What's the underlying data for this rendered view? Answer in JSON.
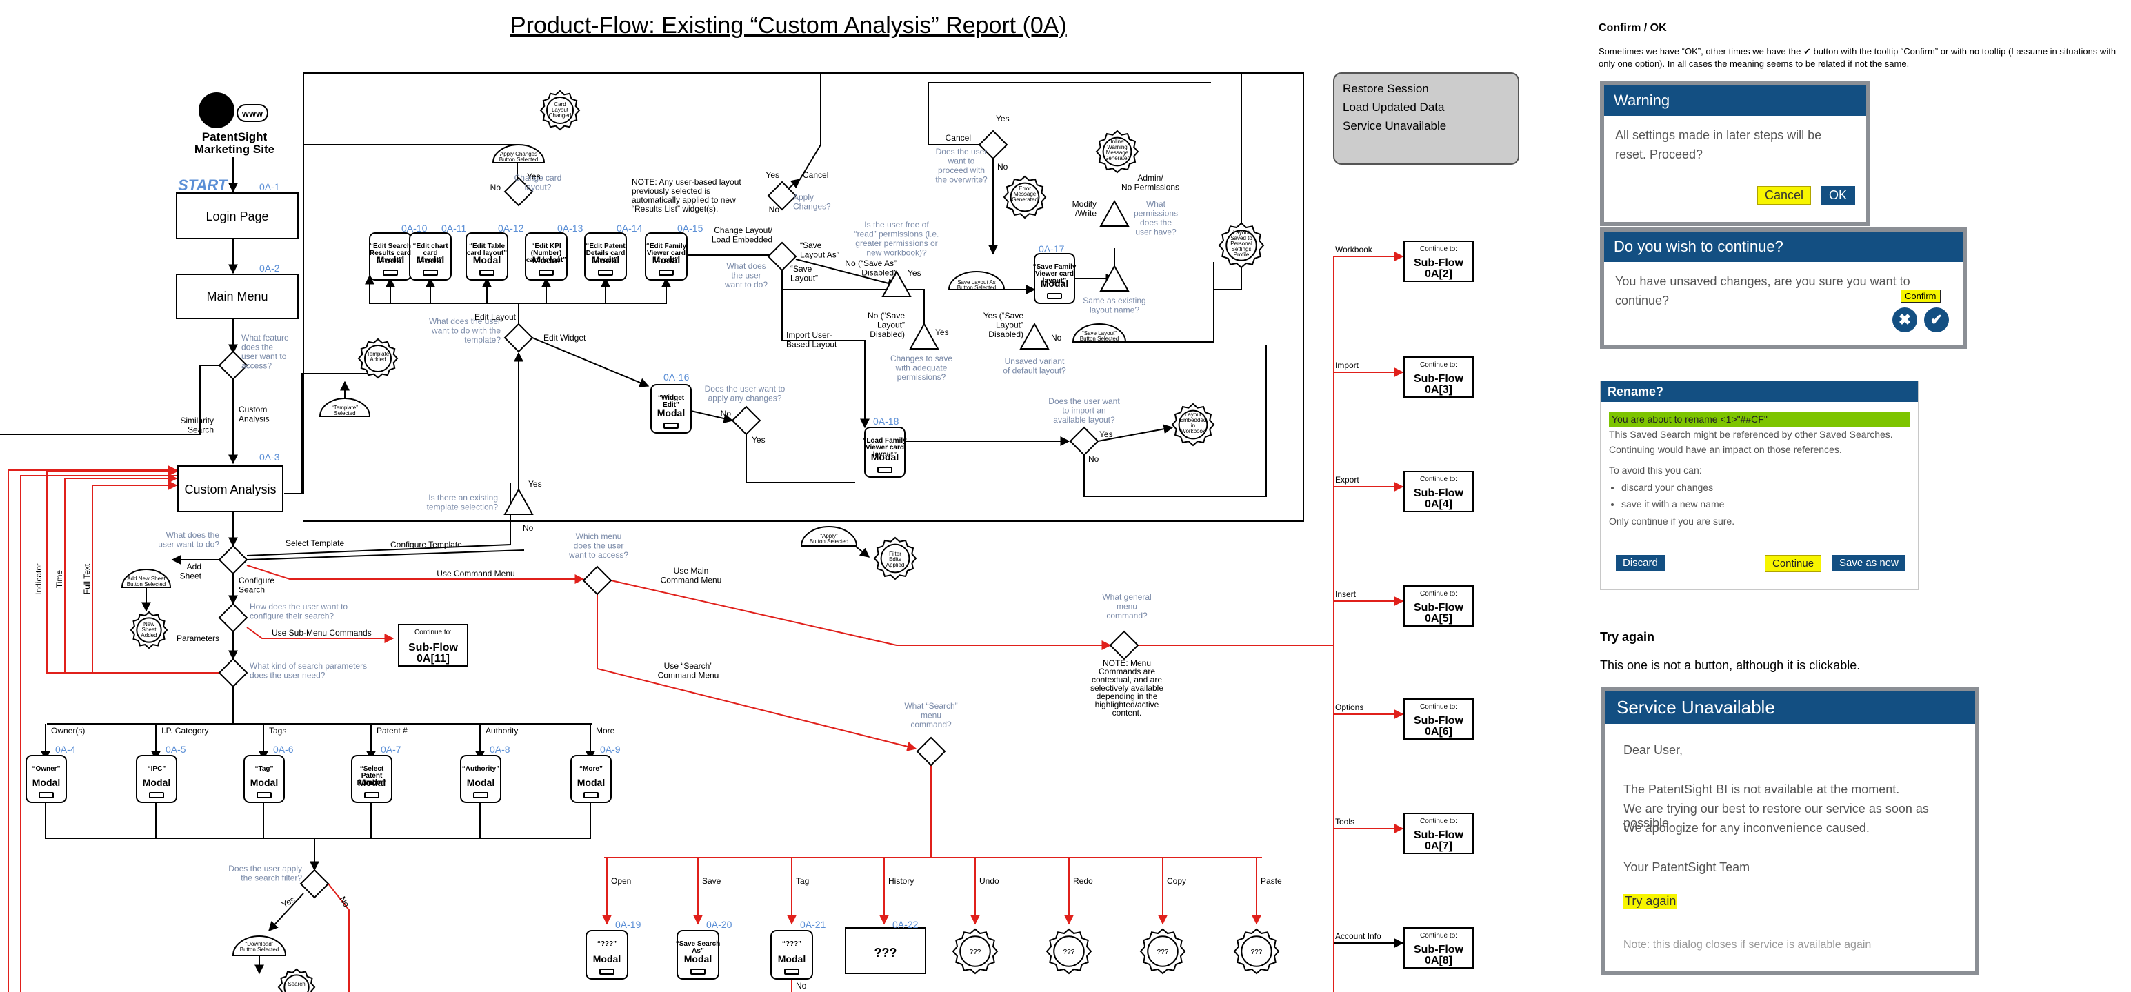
{
  "title": "Product-Flow: Existing “Custom Analysis” Report (0A)",
  "restore_panel": [
    "Restore Session",
    "Load Updated Data",
    "Service Unavailable"
  ],
  "nodes": {
    "start": "START",
    "patentsight": [
      "PatentSight",
      "Marketing Site"
    ],
    "www": "www",
    "login": "Login Page",
    "main_menu": "Main Menu",
    "custom_analysis": "Custom Analysis",
    "oa1": "0A-1",
    "oa2": "0A-2",
    "oa3": "0A-3",
    "oa4": "0A-4",
    "oa5": "0A-5",
    "oa6": "0A-6",
    "oa7": "0A-7",
    "oa8": "0A-8",
    "oa9": "0A-9",
    "oa10": "0A-10",
    "oa11": "0A-11",
    "oa12": "0A-12",
    "oa13": "0A-13",
    "oa14": "0A-14",
    "oa15": "0A-15",
    "oa16": "0A-16",
    "oa17": "0A-17",
    "oa18": "0A-18",
    "oa19": "0A-19",
    "oa20": "0A-20",
    "oa21": "0A-21",
    "oa22": "0A-22"
  },
  "labels": {
    "what_feature": [
      "What feature",
      "does the",
      "user want to",
      "access?"
    ],
    "similarity_search": [
      "Similarity",
      "Search"
    ],
    "custom_analysis_edge": [
      "Custom",
      "Analysis"
    ],
    "what_does_do": [
      "What does the",
      "user want to do?"
    ],
    "select_template": "Select Template",
    "configure_template": "Configure Template",
    "add_sheet": [
      "Add",
      "Sheet"
    ],
    "configure_search": [
      "Configure",
      "Search"
    ],
    "how_configure": [
      "How does the user want to",
      "configure their search?"
    ],
    "use_submenu": "Use Sub-Menu Commands",
    "parameters": "Parameters",
    "what_kind": [
      "What kind of search parameters",
      "does the user need?"
    ],
    "indicator": "Indicator",
    "time": "Time",
    "full_text": "Full Text",
    "param_edges": [
      "Owner(s)",
      "I.P. Category",
      "Tags",
      "Patent #",
      "Authority",
      "More"
    ],
    "param_modals": [
      [
        "“Owner”",
        "Modal"
      ],
      [
        "“IPC”",
        "Modal"
      ],
      [
        "“Tag”",
        "Modal"
      ],
      [
        "“Select",
        "Patent",
        "Number”",
        "Modal"
      ],
      [
        "“Authority”",
        "Modal"
      ],
      [
        "“More”",
        "Modal"
      ]
    ],
    "apply_filter": [
      "Does the user apply",
      "the search filter?"
    ],
    "yes": "Yes",
    "no": "No",
    "download_selected": [
      "“Download”",
      "Button Selected"
    ],
    "search": "Search",
    "add_new_sheet": [
      "Add New Sheet",
      "Button Selected"
    ],
    "new_sheet_added": [
      "New",
      "Sheet",
      "Added"
    ],
    "template_selected": [
      "“Template”",
      "Selected"
    ],
    "template_added": [
      "Template",
      "Added"
    ],
    "is_existing_template": [
      "Is there an existing",
      "template selection?"
    ],
    "what_with_template": [
      "What does the user",
      "want to do with the",
      "template?"
    ],
    "edit_layout": "Edit Layout",
    "edit_widget": "Edit Widget",
    "card_modals": [
      [
        "“Edit Search",
        "Results card",
        "layout”",
        "Modal"
      ],
      [
        "“Edit chart",
        "card",
        "layout”",
        "Modal"
      ],
      [
        "“Edit Table",
        "card layout”",
        "Modal"
      ],
      [
        "“Edit KPI",
        "(Number)",
        "card layout”",
        "Modal"
      ],
      [
        "“Edit Patent",
        "Details card",
        "layout”",
        "Modal"
      ],
      [
        "“Edit Family",
        "Viewer card",
        "layout”",
        "Modal"
      ]
    ],
    "apply_changes_selected": [
      "Apply Changes",
      "Button Selected"
    ],
    "change_card_layout": [
      "Change card",
      "layout?"
    ],
    "card_layout_changed": [
      "Card",
      "Layout",
      "Changed"
    ],
    "note_layout": [
      "NOTE: Any user-based layout",
      "previously selected is",
      "automatically applied to new",
      "“Results List” widget(s)."
    ],
    "widget_edit_modal": [
      "“Widget",
      "Edit”",
      "Modal"
    ],
    "apply_any_changes": [
      "Does the user want to",
      "apply any changes?"
    ],
    "apply_button": [
      "“Apply”",
      "Button Selected"
    ],
    "filter_edits_applied": [
      "Filter",
      "Edits",
      "Applied"
    ],
    "change_layout_load": [
      "Change Layout/",
      "Load Embedded"
    ],
    "what_does_want": [
      "What does",
      "the user",
      "want to do?"
    ],
    "cancel": "Cancel",
    "apply_changes_q": [
      "Apply",
      "Changes?"
    ],
    "save_layout_as": [
      "“Save",
      "Layout As”"
    ],
    "save_layout": [
      "“Save",
      "Layout”"
    ],
    "import_user_based": [
      "Import User-",
      "Based Layout"
    ],
    "is_user_free": [
      "Is the user free of",
      "“read” permissions (i.e.",
      "greater permissions or",
      "new workbook)?"
    ],
    "no_save_as_disabled": [
      "No (“Save As”",
      "Disabled)"
    ],
    "save_layout_as_selected": [
      "Save Layout As",
      "Button Selected"
    ],
    "no_save_layout_disabled": [
      "No (“Save",
      "Layout”",
      "Disabled)"
    ],
    "yes_save_layout_disabled": [
      "Yes (“Save",
      "Layout”",
      "Disabled)"
    ],
    "changes_to_save": [
      "Changes to save",
      "with adequate",
      "permissions?"
    ],
    "unsaved_variant": [
      "Unsaved variant",
      "of default layout?"
    ],
    "save_layout_selected": [
      "“Save Layout”",
      "Button Selected"
    ],
    "save_family_modal": [
      "“Save Family",
      "Viewer card",
      "layout”",
      "Modal"
    ],
    "same_as_existing": [
      "Same as existing",
      "layout name?"
    ],
    "proceed_overwrite": [
      "Does the user",
      "want to",
      "proceed with",
      "the overwrite?"
    ],
    "modify_write": [
      "Modify",
      "/Write"
    ],
    "admin_no_perm": [
      "Admin/",
      "No Permissions"
    ],
    "what_permissions": [
      "What",
      "permissions",
      "does the",
      "user have?"
    ],
    "inline_warning": [
      "Inline",
      "Warning",
      "Message",
      "Generated"
    ],
    "error_message": [
      "Error",
      "Message",
      "Generated"
    ],
    "layout_saved": [
      "Layout",
      "Saved to",
      "Personal",
      "Settings",
      "Profile"
    ],
    "load_family_modal": [
      "“Load Family",
      "Viewer card",
      "layout”",
      "Modal"
    ],
    "import_available": [
      "Does the user want",
      "to import an",
      "available layout?"
    ],
    "layout_embedded": [
      "Layout",
      "Embedded",
      "in",
      "Workbook"
    ],
    "which_menu": [
      "Which menu",
      "does the user",
      "want to access?"
    ],
    "use_main_command": [
      "Use Main",
      "Command Menu"
    ],
    "use_command_menu": "Use Command Menu",
    "use_search_command": [
      "Use “Search”",
      "Command Menu"
    ],
    "what_general": [
      "What general",
      "menu",
      "command?"
    ],
    "note_menu": [
      "NOTE: Menu",
      "Commands are",
      "contextual, and are",
      "selectively available",
      "depending in the",
      "highlighted/active",
      "content."
    ],
    "what_search_menu": [
      "What “Search”",
      "menu",
      "command?"
    ],
    "search_commands": [
      "Open",
      "Save",
      "Tag",
      "History",
      "Undo",
      "Redo",
      "Copy",
      "Paste"
    ],
    "bottom_modals": [
      [
        "“???”",
        "Modal"
      ],
      [
        "“Save Search",
        "As”",
        "Modal"
      ],
      [
        "“???”",
        "Modal"
      ],
      [
        "???"
      ]
    ],
    "gear_placeholder": "???",
    "continue_to": "Continue to:",
    "subflows": [
      {
        "edge": "Workbook",
        "name": [
          "Sub-Flow",
          "0A[2]"
        ]
      },
      {
        "edge": "Import",
        "name": [
          "Sub-Flow",
          "0A[3]"
        ]
      },
      {
        "edge": "Export",
        "name": [
          "Sub-Flow",
          "0A[4]"
        ]
      },
      {
        "edge": "Insert",
        "name": [
          "Sub-Flow",
          "0A[5]"
        ]
      },
      {
        "edge": "Options",
        "name": [
          "Sub-Flow",
          "0A[6]"
        ]
      },
      {
        "edge": "Tools",
        "name": [
          "Sub-Flow",
          "0A[7]"
        ]
      },
      {
        "edge": "Account Info",
        "name": [
          "Sub-Flow",
          "0A[8]"
        ]
      }
    ],
    "subflow_11": [
      "Sub-Flow",
      "0A[11]"
    ]
  },
  "confirm_section": {
    "title": "Confirm / OK",
    "text": "Sometimes we have “OK”, other times we have the ✔ button with the tooltip “Confirm” or with no tooltip (I assume in situations with only one option). In all cases the meaning seems to be related if not the same."
  },
  "warning_dialog": {
    "title": "Warning",
    "body": "All settings made in later steps will be reset. Proceed?",
    "cancel": "Cancel",
    "ok": "OK"
  },
  "continue_dialog": {
    "title": "Do you wish to continue?",
    "body": "You have unsaved changes, are you sure you want to continue?",
    "tooltip": "Confirm",
    "cancel_icon": "✖",
    "confirm_icon": "✔"
  },
  "rename_dialog": {
    "title": "Rename?",
    "highlight": "You are about to rename <1>\"##CF\"",
    "body": [
      "This Saved Search might be referenced by other Saved Searches.",
      "Continuing would have an impact on those references."
    ],
    "avoid": "To avoid this you can:",
    "bullets": [
      "discard your changes",
      "save it with a new name"
    ],
    "only": "Only continue if you are sure.",
    "discard": "Discard",
    "continue": "Continue",
    "save_new": "Save as new"
  },
  "try_again_section": {
    "title": "Try again",
    "text": "This one is not a button, although it is clickable."
  },
  "service_dialog": {
    "title": "Service Unavailable",
    "greeting": "Dear User,",
    "lines": [
      "The PatentSight BI is not available at the moment.",
      "We are trying our best to restore our service as soon as possible.",
      "We apologize for any inconvenience caused."
    ],
    "signature": "Your PatentSight Team",
    "try_again": "Try again",
    "note": "Note: this dialog closes if service is available again"
  }
}
